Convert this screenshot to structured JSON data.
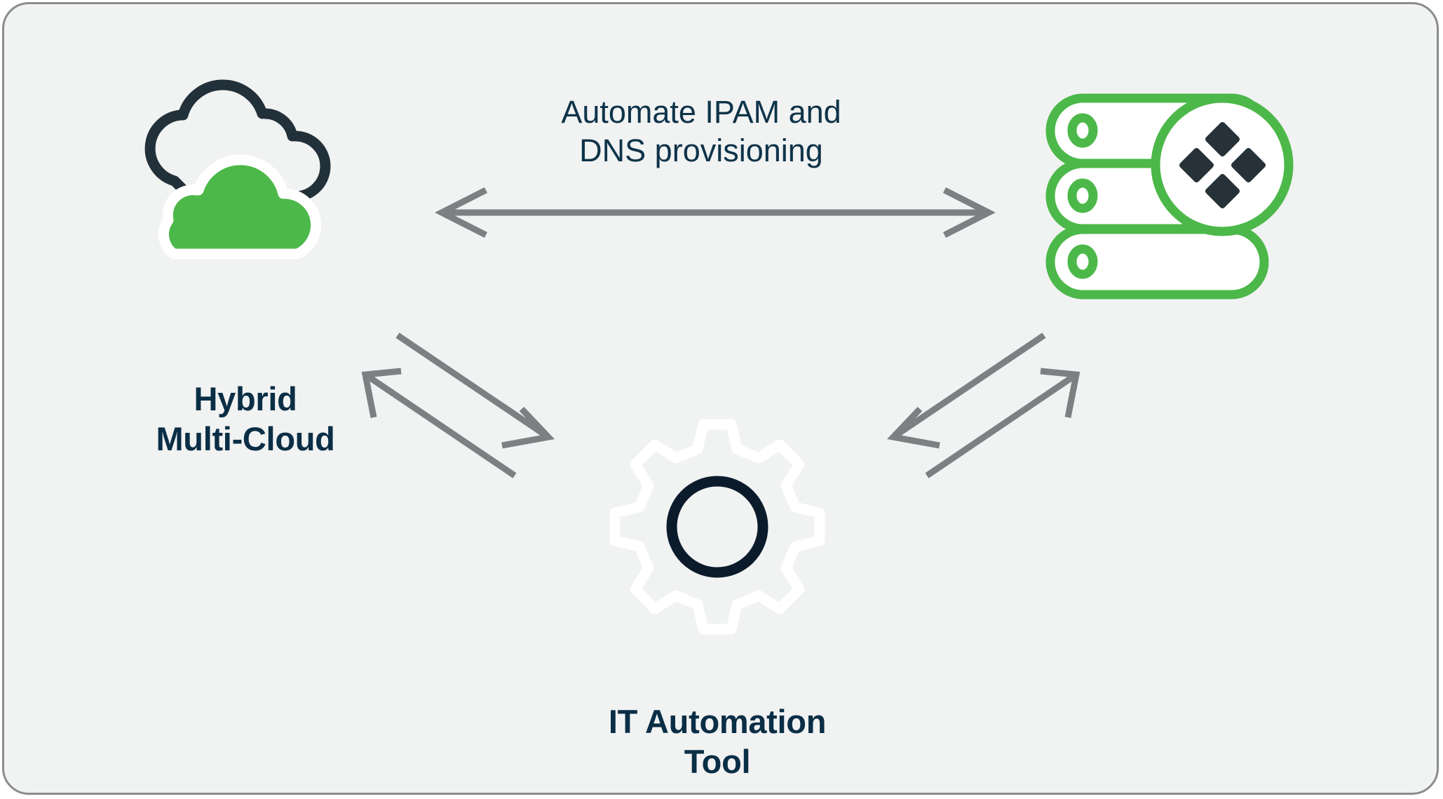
{
  "diagram": {
    "title": "Automate IPAM and DNS provisioning between hybrid multi-cloud, IT automation tool, and DDI server stack",
    "background_color": "#f1f2f2",
    "border_color": "#8a8c8f",
    "accent_green": "#4CB849",
    "navy": "#0A2E45",
    "dark_slate": "#263238",
    "arrow_gray": "#7D7F83",
    "white": "#ffffff"
  },
  "nodes": [
    {
      "id": "hybrid-multi-cloud",
      "icon": "cloud-stack-icon",
      "circle_color": "#4CB849",
      "label_line1": "Hybrid",
      "label_line2": "Multi-Cloud"
    },
    {
      "id": "ddi-server-stack",
      "icon": "server-stack-icon",
      "circle_color": "#ffffff",
      "label_line1": "",
      "label_line2": ""
    },
    {
      "id": "it-automation-tool",
      "icon": "gear-icon",
      "circle_color": "#4CB849",
      "label_line1": "IT Automation",
      "label_line2": "Tool"
    }
  ],
  "connections": [
    {
      "id": "cloud-to-server",
      "from": "hybrid-multi-cloud",
      "to": "ddi-server-stack",
      "style": "double-headed",
      "label_line1": "Automate IPAM and",
      "label_line2": "DNS provisioning"
    },
    {
      "id": "cloud-to-tool",
      "from": "hybrid-multi-cloud",
      "to": "it-automation-tool",
      "style": "two-parallel-single-headed",
      "label_line1": "",
      "label_line2": ""
    },
    {
      "id": "tool-to-server",
      "from": "it-automation-tool",
      "to": "ddi-server-stack",
      "style": "two-parallel-single-headed",
      "label_line1": "",
      "label_line2": ""
    }
  ]
}
